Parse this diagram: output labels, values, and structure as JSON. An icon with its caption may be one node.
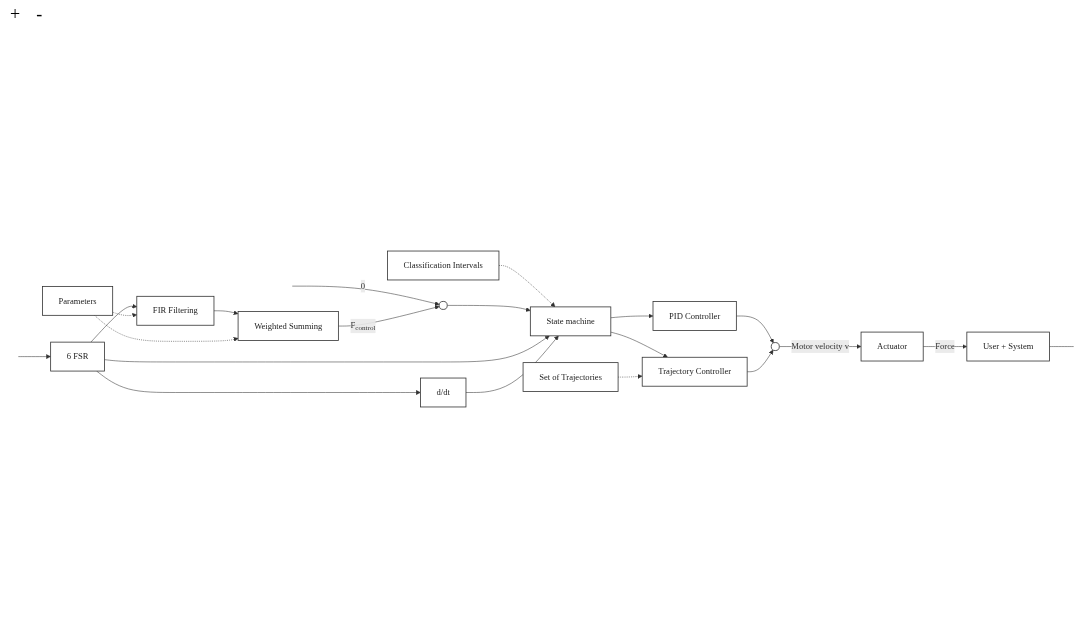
{
  "diagram": {
    "nodes": [
      {
        "text": [
          "Classification Intervals"
        ]
      },
      {
        "text": [],
        "shape": "circle"
      },
      {
        "text": [
          "State machine"
        ]
      },
      {
        "text": [
          "PID Controller"
        ]
      },
      {
        "text": [],
        "shape": "circle"
      },
      {
        "text": [
          "Actuator"
        ]
      },
      {
        "text": [
          "User + System"
        ]
      },
      {
        "text": [
          "Trajectory Controller"
        ]
      },
      {
        "text": [
          "d/dt"
        ]
      },
      {
        "text": [
          "Set of Trajectories"
        ]
      },
      {
        "text": [
          "Weighted Summing"
        ]
      },
      {
        "text": [
          "FIR Filtering"
        ]
      },
      {
        "text": [
          "6 FSR"
        ]
      },
      {
        "text": [
          "Parameters"
        ]
      }
    ],
    "edges": [
      {
        "from": null,
        "to": 1,
        "arrow": "to",
        "label": "0"
      },
      {
        "from": 0,
        "to": 2,
        "arrow": "to",
        "style": "dashed"
      },
      {
        "from": 1,
        "to": 2,
        "arrow": "to"
      },
      {
        "from": 2,
        "to": 3,
        "arrow": "to"
      },
      {
        "from": 2,
        "to": 7,
        "arrow": "to"
      },
      {
        "from": 3,
        "to": 4,
        "arrow": "to"
      },
      {
        "from": 7,
        "to": 4,
        "arrow": "to"
      },
      {
        "from": 4,
        "to": 5,
        "arrow": "to",
        "label": "Motor velocity v"
      },
      {
        "from": 5,
        "to": 6,
        "arrow": "to",
        "label": "Force"
      },
      {
        "from": 6,
        "to": null,
        "arrow": "none"
      },
      {
        "from": null,
        "to": 12,
        "arrow": "to"
      },
      {
        "from": 12,
        "to": 11,
        "arrow": "to"
      },
      {
        "from": 11,
        "to": 10,
        "arrow": "to"
      },
      {
        "from": 10,
        "to": 1,
        "arrow": "to",
        "label": "F$_{control}$"
      },
      {
        "from": 12,
        "to": 8,
        "arrow": "to"
      },
      {
        "from": 12,
        "to": 2,
        "arrow": "to"
      },
      {
        "from": 8,
        "to": 2,
        "arrow": "to"
      },
      {
        "from": 9,
        "to": 7,
        "arrow": "to",
        "style": "dashed"
      },
      {
        "from": 13,
        "to": 10,
        "arrow": "to",
        "style": "dashed"
      },
      {
        "from": 13,
        "to": 11,
        "arrow": "to",
        "style": "dashed"
      }
    ],
    "labels": [
      "+",
      "-"
    ]
  }
}
